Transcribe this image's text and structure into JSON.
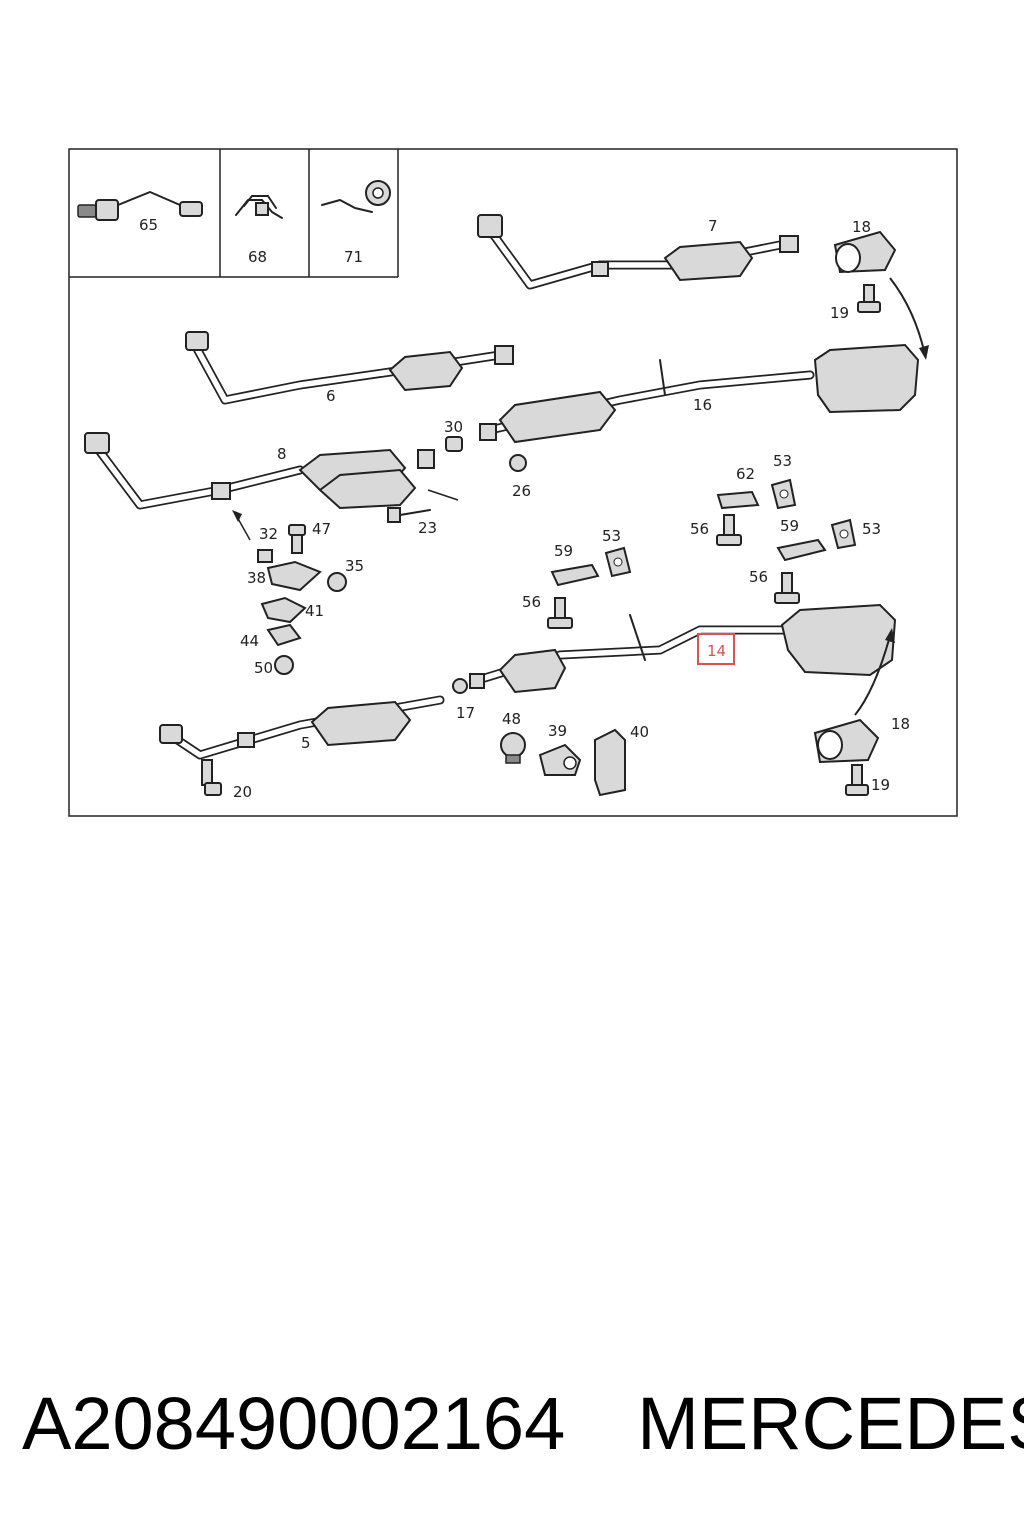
{
  "diagram": {
    "inset_labels": [
      "65",
      "68",
      "71"
    ],
    "callouts": {
      "c7": "7",
      "c18a": "18",
      "c19a": "19",
      "c6": "6",
      "c16": "16",
      "c30": "30",
      "c26": "26",
      "c8": "8",
      "c23": "23",
      "c62": "62",
      "c53a": "53",
      "c56a": "56",
      "c59a": "59",
      "c53b": "53",
      "c59b": "59",
      "c53c": "53",
      "c56b": "56",
      "c56c": "56",
      "c32": "32",
      "c47": "47",
      "c35": "35",
      "c38": "38",
      "c41": "41",
      "c44": "44",
      "c50": "50",
      "c14": "14",
      "c17": "17",
      "c48": "48",
      "c39": "39",
      "c40": "40",
      "c5": "5",
      "c20": "20",
      "c18b": "18",
      "c19b": "19"
    },
    "highlight_color": "#d9534f"
  },
  "footer": {
    "part_number": "A208490002164",
    "brand": "MERCEDES"
  }
}
